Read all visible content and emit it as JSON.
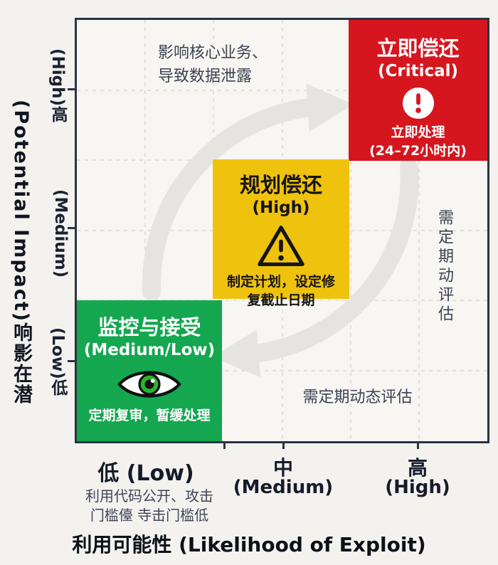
{
  "colors": {
    "background": "#f4f2ef",
    "plot_background": "#f8f6f3",
    "border": "#2b3342",
    "grid": "#dcd8d2",
    "arrow_gray": "#e6e4e1",
    "critical_red": "#d5161f",
    "plan_yellow": "#efc20e",
    "monitor_green": "#14a750",
    "annotation_text": "#3b4250"
  },
  "y_axis": {
    "title_en": "(Potential Impact)",
    "title_zh": "响影在潜",
    "ticks": [
      {
        "en": "(High)",
        "zh": "高"
      },
      {
        "en": "(Medium)",
        "zh": ""
      },
      {
        "en": "(Low)",
        "zh": "低"
      }
    ]
  },
  "x_axis": {
    "title": "利用可能性 (Likelihood of Exploit)",
    "tick_low": "低 (Low)",
    "tick_mid_zh": "中",
    "tick_mid_en": "(Medium)",
    "tick_high_zh": "高",
    "tick_high_en": "(High)",
    "low_note_line1": "利用代码公开、攻击",
    "low_note_line2": "门槛儓 寺击门槛低"
  },
  "quadrants": {
    "critical": {
      "title": "立即偿还",
      "level": "(Critical)",
      "action_line1": "立即处理",
      "action_line2": "(24–72小时内)",
      "color": "#d5161f",
      "icon": "exclamation-circle"
    },
    "plan": {
      "title": "规划偿还",
      "level": "(High)",
      "action_line1": "制定计划，设定修",
      "action_line2": "复截止日期",
      "color": "#efc20e",
      "icon": "warning-triangle"
    },
    "monitor": {
      "title": "监控与接受",
      "level": "(Medium/Low)",
      "action": "定期复审，暂缓处理",
      "color": "#14a750",
      "icon": "eye"
    }
  },
  "annotations": {
    "top_line1": "影响核心业务、",
    "top_line2": "导致数据泄露",
    "right_vertical": "需定期动评估",
    "bottom": "需定期动态评估"
  }
}
